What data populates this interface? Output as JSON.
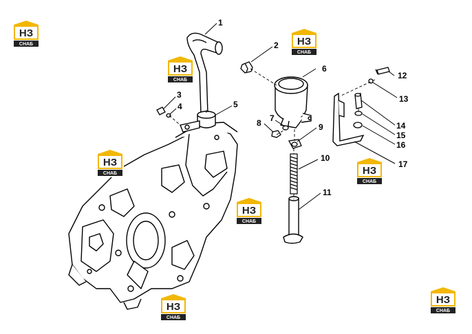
{
  "diagram": {
    "callouts": [
      "1",
      "2",
      "3",
      "4",
      "5",
      "6",
      "7",
      "8",
      "9",
      "10",
      "11",
      "12",
      "13",
      "14",
      "15",
      "16",
      "17"
    ]
  },
  "watermark": {
    "logo_caption": "СНАБ",
    "logo_glyph": "НЗ",
    "colors": {
      "gold": "#f2b705",
      "dark": "#222222"
    }
  }
}
